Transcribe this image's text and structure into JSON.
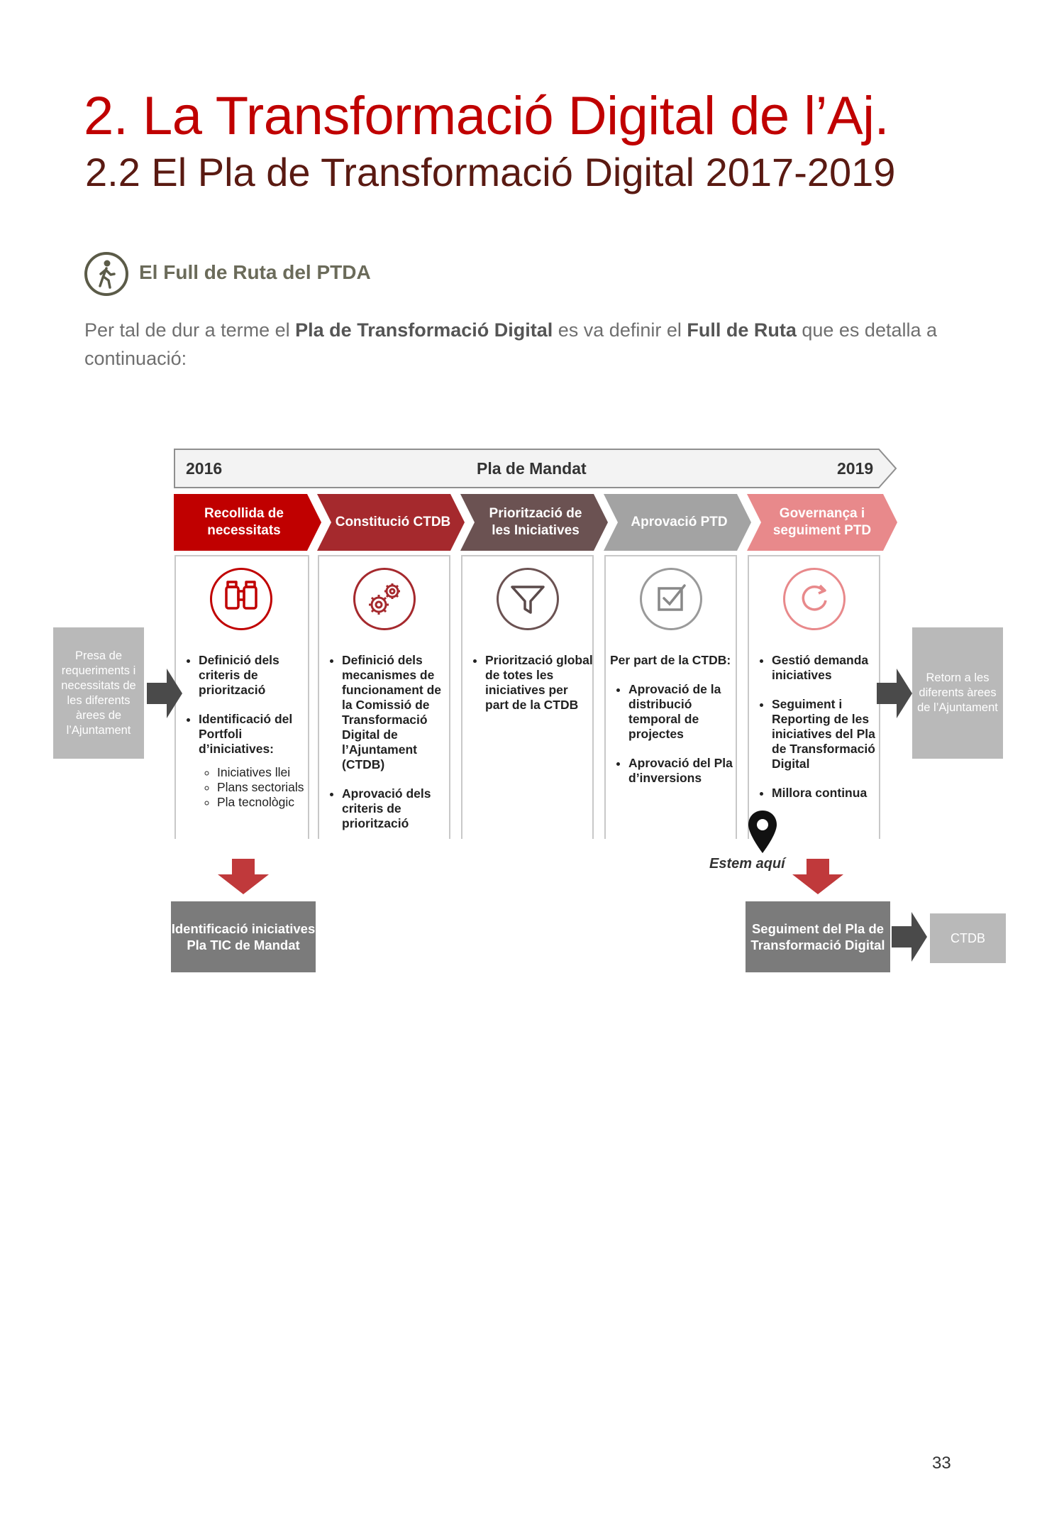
{
  "header": {
    "title": "2. La Transformació Digital de l’Aj.",
    "subtitle": "2.2 El Pla de Transformació Digital 2017-2019"
  },
  "section": {
    "icon": "walking-person-icon",
    "title": "El Full de Ruta del PTDA"
  },
  "intro": {
    "p1": "Per tal de dur a terme el ",
    "b1": "Pla de Transformació Digital",
    "p2": " es va definir el ",
    "b2": "Full de Ruta",
    "p3": " que es detalla a continuació:"
  },
  "diagram": {
    "timeline": {
      "start": "2016",
      "label": "Pla de Mandat",
      "end": "2019"
    },
    "input_box": "Presa de requeriments i necessitats de les diferents àrees de l’Ajuntament",
    "output_box": "Retorn a les diferents àrees de l’Ajuntament",
    "phases": [
      {
        "label": "Recollida de necessitats",
        "color": "#c00000",
        "icon": "binoculars-icon",
        "bullets": [
          "Definició dels criteris de priorització",
          "Identificació del Portfoli d’iniciatives:"
        ],
        "sub_bullets": [
          "Iniciatives llei",
          "Plans sectorials",
          "Pla tecnològic"
        ]
      },
      {
        "label": "Constitució CTDB",
        "color": "#a5292d",
        "icon": "gears-icon",
        "bullets": [
          "Definició dels mecanismes de funcionament de la Comissió de Transformació Digital de l’Ajuntament (CTDB)",
          "Aprovació dels criteris de priorització"
        ]
      },
      {
        "label": "Priorització de les Iniciatives",
        "color": "#6b5252",
        "icon": "funnel-icon",
        "bullets": [
          "Priorització global de totes les iniciatives per part de la CTDB"
        ]
      },
      {
        "label": "Aprovació PTD",
        "color": "#a3a3a3",
        "icon": "checkbox-icon",
        "intro": "Per part de la CTDB:",
        "bullets": [
          "Aprovació de la distribució temporal de projectes",
          "Aprovació del Pla d’inversions"
        ]
      },
      {
        "label": "Governança i seguiment PTD",
        "color": "#e8898b",
        "icon": "refresh-icon",
        "bullets": [
          "Gestió demanda iniciatives",
          "Seguiment i Reporting de les iniciatives del Pla de Transformació Digital",
          "Millora continua"
        ]
      }
    ],
    "outputs": {
      "left": "Identificació iniciatives Pla TIC de Mandat",
      "right": "Seguiment del Pla de Transformació Digital",
      "ctdb": "CTDB"
    },
    "marker": {
      "icon": "location-pin-icon",
      "label": "Estem aquí"
    }
  },
  "footer": {
    "page": "33"
  }
}
